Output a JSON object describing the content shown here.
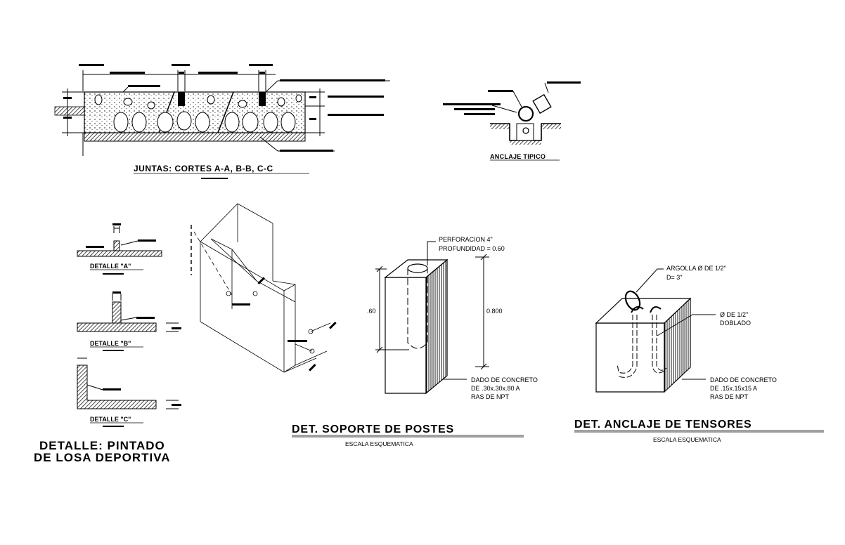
{
  "titles": {
    "joints": "JUNTAS: CORTES A-A, B-B, C-C",
    "anchor_typical": "ANCLAJE TIPICO",
    "painting_line1": "DETALLE: PINTADO",
    "painting_line2": "DE LOSA DEPORTIVA",
    "post_support": "DET. SOPORTE DE POSTES",
    "tensor_anchor": "DET. ANCLAJE DE TENSORES"
  },
  "scales": {
    "post_support": "ESCALA   ESQUEMATICA",
    "tensor_anchor": "ESCALA   ESQUEMATICA"
  },
  "details": {
    "a": "DETALLE \"A\"",
    "b": "DETALLE \"B\"",
    "c": "DETALLE \"C\""
  },
  "post_support": {
    "perforation_line1": "PERFORACION 4\"",
    "perforation_line2": "PROFUNDIDAD = 0.60",
    "depth_dim": ".60",
    "height_dim": "0.800",
    "block_line1": "DADO DE CONCRETO",
    "block_line2": "DE .30x.30x.80 A",
    "block_line3": "RAS DE NPT"
  },
  "tensor_anchor": {
    "ring_line1": "ARGOLLA Ø DE 1/2\"",
    "ring_line2": "D= 3\"",
    "rod_line1": "Ø DE 1/2\"",
    "rod_line2": "DOBLADO",
    "block_line1": "DADO DE CONCRETO",
    "block_line2": "DE .15x.15x15 A",
    "block_line3": "RAS DE NPT"
  },
  "colors": {
    "ink": "#000000",
    "paper": "#ffffff",
    "hatch": "#555555"
  }
}
